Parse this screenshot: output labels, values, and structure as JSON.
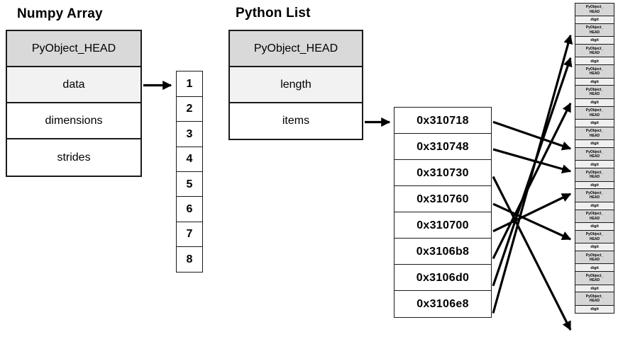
{
  "diagram": {
    "numpy": {
      "title": "Numpy Array",
      "struct_rows": [
        {
          "label": "PyObject_HEAD",
          "style": "header"
        },
        {
          "label": "data",
          "style": "secondary"
        },
        {
          "label": "dimensions",
          "style": "plain"
        },
        {
          "label": "strides",
          "style": "plain"
        }
      ],
      "buffer_values": [
        "1",
        "2",
        "3",
        "4",
        "5",
        "6",
        "7",
        "8"
      ]
    },
    "pylist": {
      "title": "Python List",
      "struct_rows": [
        {
          "label": "PyObject_HEAD",
          "style": "header"
        },
        {
          "label": "length",
          "style": "secondary"
        },
        {
          "label": "items",
          "style": "plain"
        }
      ],
      "pointers": [
        {
          "address": "0x310718",
          "target_slot": 7
        },
        {
          "address": "0x310748",
          "target_slot": 8
        },
        {
          "address": "0x310730",
          "target_slot": 15
        },
        {
          "address": "0x310760",
          "target_slot": 11
        },
        {
          "address": "0x310700",
          "target_slot": 9
        },
        {
          "address": "0x3106b8",
          "target_slot": 5
        },
        {
          "address": "0x3106d0",
          "target_slot": 3
        },
        {
          "address": "0x3106e8",
          "target_slot": 2
        }
      ]
    },
    "heap": {
      "slot_count": 15,
      "slot_header_lines": [
        "PyObject_",
        "HEAD"
      ],
      "slot_value_label": "digit"
    },
    "colors": {
      "header_fill": "#d9d9d9",
      "secondary_fill": "#f2f2f2",
      "plain_fill": "#ffffff",
      "heap_header_fill": "#d6d6d6",
      "heap_value_fill": "#efefef",
      "border": "#1a1a1a",
      "arrow": "#000000"
    }
  }
}
